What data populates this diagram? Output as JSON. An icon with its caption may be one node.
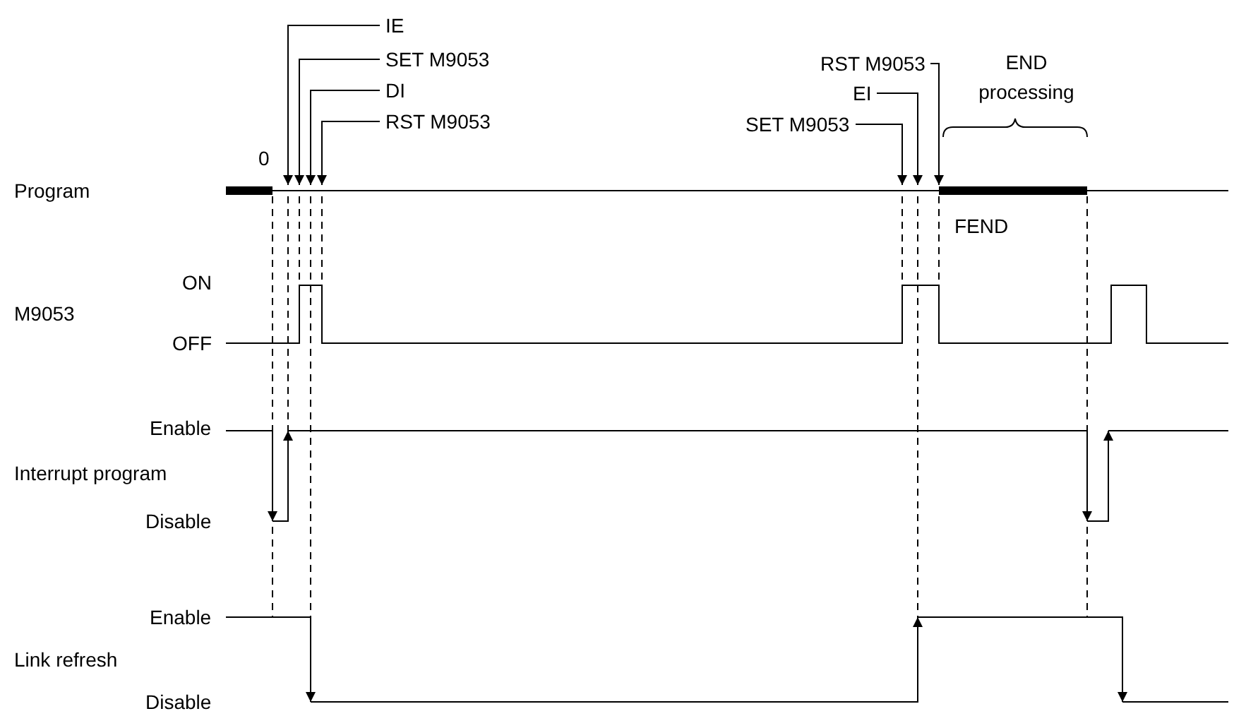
{
  "diagram": {
    "nodes": [
      {
        "text": [
          "IE"
        ]
      },
      {
        "text": [
          "SET M9053"
        ]
      },
      {
        "text": [
          "DI"
        ]
      },
      {
        "text": [
          "RST M9053"
        ]
      },
      {
        "text": [
          "RST M9053"
        ]
      },
      {
        "text": [
          "EI"
        ]
      },
      {
        "text": [
          "SET M9053"
        ]
      }
    ],
    "edges": [
      {
        "from": 0,
        "to": null,
        "arrow": "to"
      },
      {
        "from": 1,
        "to": null,
        "arrow": "to"
      },
      {
        "from": 2,
        "to": null,
        "arrow": "to"
      },
      {
        "from": 3,
        "to": null,
        "arrow": "to"
      },
      {
        "from": 4,
        "to": null,
        "arrow": "to"
      },
      {
        "from": 5,
        "to": null,
        "arrow": "to"
      },
      {
        "from": 6,
        "to": null,
        "arrow": "to"
      }
    ],
    "labels": [
      "0",
      "END processing",
      "Program",
      "FEND",
      "ON",
      "M9053",
      "OFF",
      "Enable",
      "Interrupt program",
      "Disable",
      "Enable",
      "Link refresh",
      "Disable"
    ]
  }
}
